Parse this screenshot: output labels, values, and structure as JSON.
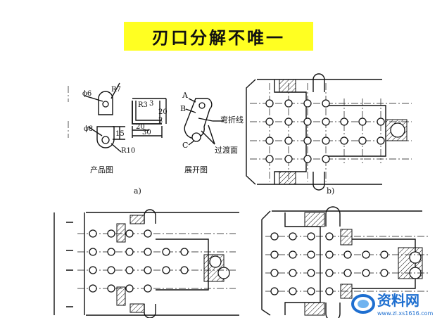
{
  "title": "刃口分解不唯一",
  "figure_a": {
    "label": "a)",
    "product_caption": "产品图",
    "unfold_caption": "展开图",
    "dims": {
      "d6": "ϕ6",
      "r7": "R7",
      "d8": "ϕ8",
      "r10": "R10",
      "r3": "R3",
      "n3": "3",
      "n20_side": "20",
      "n2": "2",
      "n15": "15",
      "n20": "20",
      "n30": "30"
    },
    "markers": {
      "a": "A",
      "b": "B",
      "c": "C"
    },
    "bend_line": "弯折线",
    "transition_face": "过渡面"
  },
  "figure_b": {
    "label": "b)"
  },
  "watermark": {
    "brand": "资料网",
    "url": "www.zl.xs1616.com"
  },
  "colors": {
    "title_bg": "#ffff22",
    "watermark_blue": "#1e6fd0"
  }
}
